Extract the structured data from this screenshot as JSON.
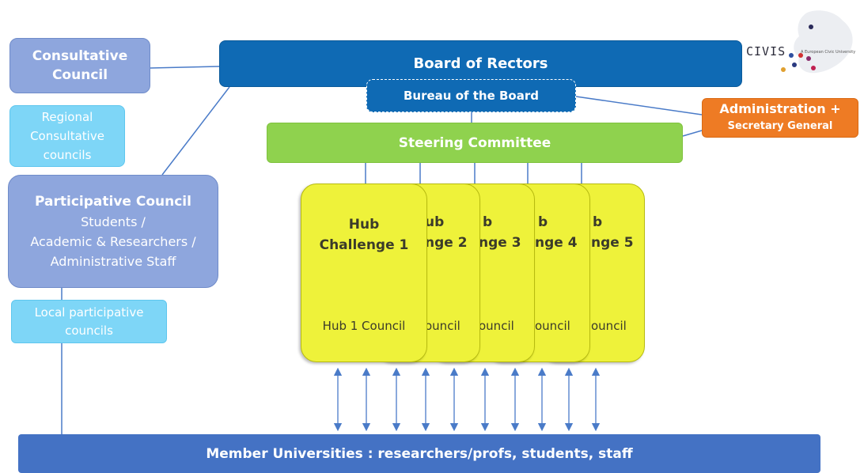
{
  "logo": {
    "wordmark": "CIVIS",
    "tagline": "A European Civic University"
  },
  "consultative_council": {
    "line1": "Consultative",
    "line2": "Council"
  },
  "regional_councils": {
    "line1": "Regional",
    "line2": "Consultative",
    "line3": "councils"
  },
  "participative_council": {
    "title": "Participative Council",
    "line1": "Students /",
    "line2": "Academic & Researchers /",
    "line3": "Administrative Staff"
  },
  "local_councils": {
    "line1": "Local participative",
    "line2": "councils"
  },
  "board_of_rectors": "Board of Rectors",
  "bureau": "Bureau of the Board",
  "steering_committee": "Steering Committee",
  "administration": {
    "line1": "Administration +",
    "line2": "Secretary General"
  },
  "hubs": [
    {
      "line1": "Hub",
      "line2": "Challenge 1",
      "council": "Hub 1 Council"
    },
    {
      "visible_line1": "ub",
      "visible_line2": "nge 2",
      "visible_council": "ouncil"
    },
    {
      "visible_line1": "b",
      "visible_line2": "nge 3",
      "visible_council": "ouncil"
    },
    {
      "visible_line1": "b",
      "visible_line2": "nge 4",
      "visible_council": "ouncil"
    },
    {
      "visible_line1": "b",
      "visible_line2": "nge 5",
      "visible_council": "ouncil"
    }
  ],
  "member_universities": "Member Universities : researchers/profs, students, staff",
  "colors": {
    "board": "#0f6ab4",
    "consultative": "#8ea6dd",
    "regional": "#7ed6f7",
    "steering": "#8fd24e",
    "administration": "#ee7b24",
    "hub": "#eef23a",
    "members": "#4472c4"
  }
}
